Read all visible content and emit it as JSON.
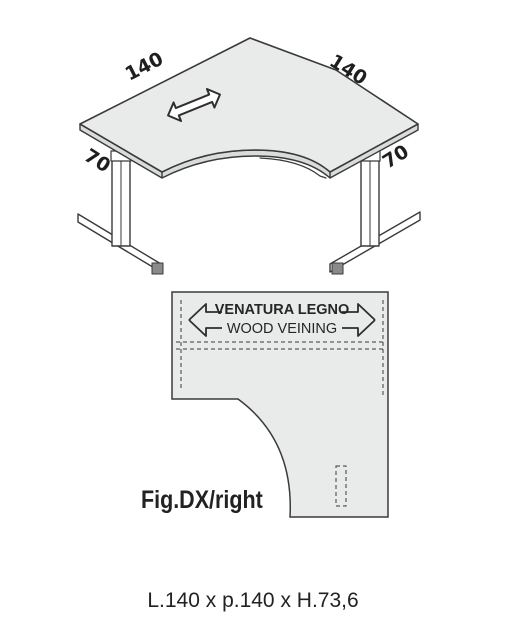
{
  "top_view": {
    "width_left": "140",
    "width_right": "140",
    "depth_left": "70",
    "depth_right": "70"
  },
  "plan_view": {
    "grain_label": "VENATURA LEGNO",
    "grain_label_en": "WOOD VEINING",
    "figure_label": "Fig.DX/right"
  },
  "dimensions_caption": "L.140 x p.140 x H.73,6",
  "colors": {
    "surface": "#e9ebea",
    "outline": "#3a3a3a",
    "leg_fill": "#ffffff"
  }
}
